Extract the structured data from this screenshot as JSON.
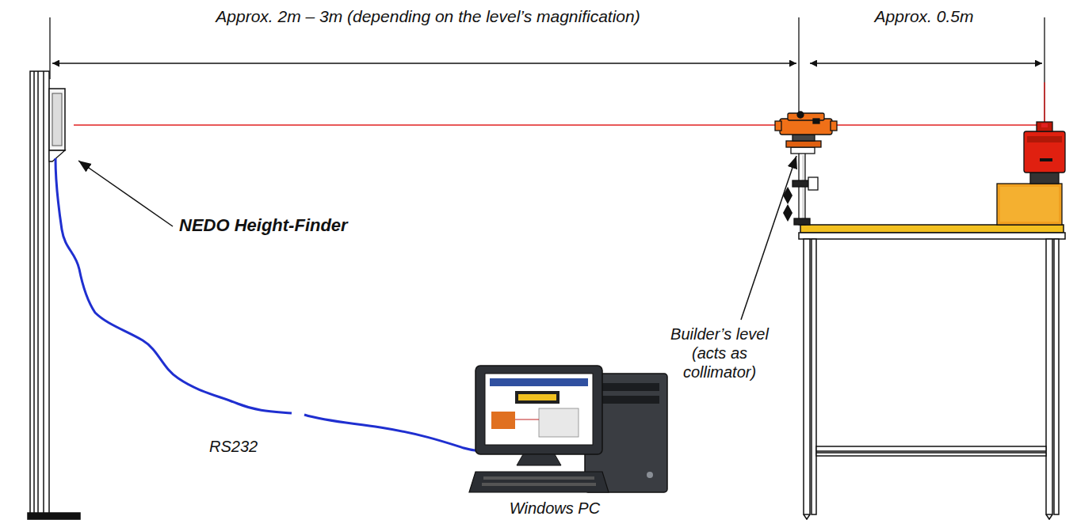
{
  "diagram": {
    "labels": [
      "Approx. 2m – 3m (depending on the level’s magnification)",
      "Approx. 0.5m",
      "NEDO Height-Finder",
      "Builder’s level (acts as collimator)",
      "RS232",
      "Windows PC"
    ]
  }
}
